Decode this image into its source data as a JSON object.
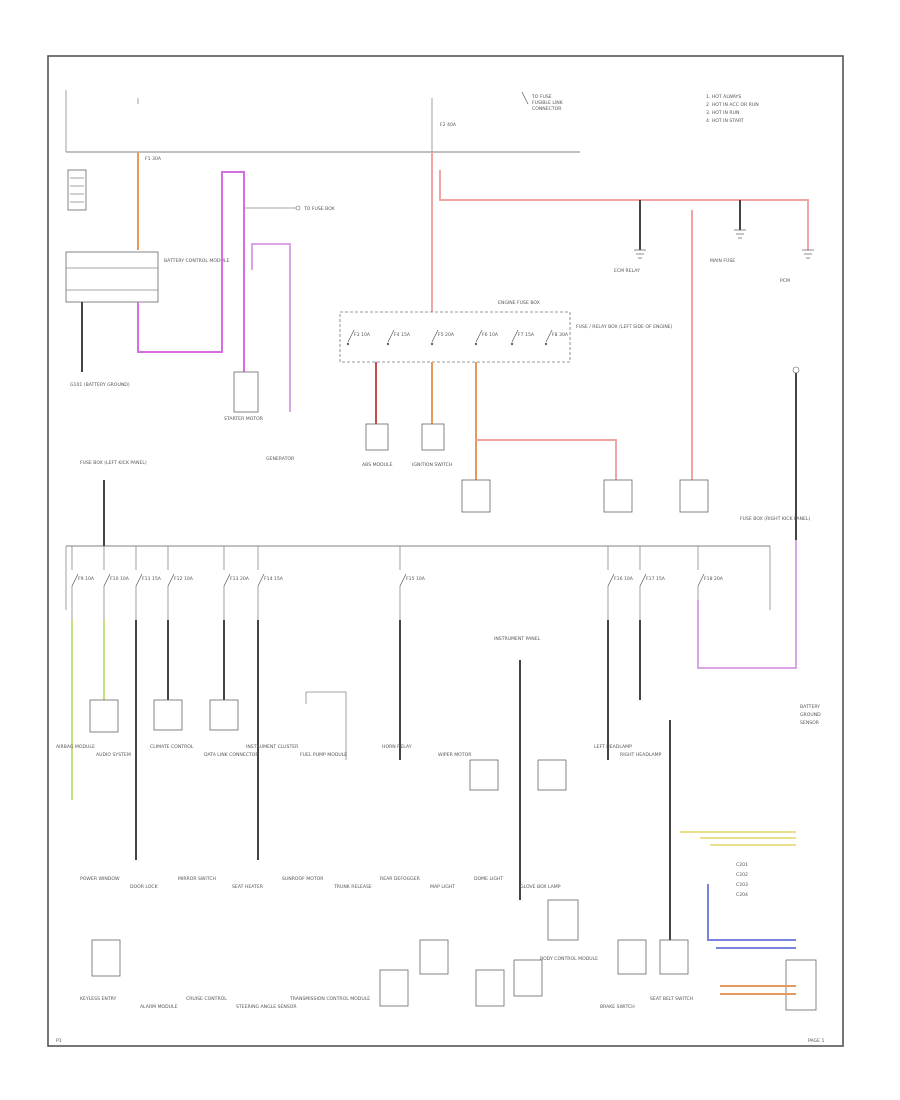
{
  "colors": {
    "red": "#f2a3a3",
    "dark_red": "#c84a4a",
    "orange": "#e49a5c",
    "pink": "#dba4e6",
    "magenta": "#d36fe0",
    "dark": "#444444",
    "green": "#c4e07a",
    "blue": "#7a84e0",
    "yellow": "#e8e08a",
    "gray": "#9a9a9a"
  },
  "legend": {
    "left": [
      "TO FUSE",
      "FUSIBLE LINK",
      "CONNECTOR"
    ],
    "right": [
      "1. HOT ALWAYS",
      "2. HOT IN ACC OR RUN",
      "3. HOT IN RUN",
      "4. HOT IN START"
    ]
  },
  "labels": {
    "battery_box": "BATTERY CONTROL MODULE",
    "battery_ground": "G101 (BATTERY GROUND)",
    "to_fuse_box": "TO FUSE BOX",
    "eng_fuse_box": "ENGINE FUSE BOX",
    "fuse_block_label": "FUSE / RELAY BOX (LEFT SIDE OF ENGINE)",
    "starter_motor": "STARTER MOTOR",
    "generator": "GENERATOR",
    "ecm_relay": "ECM RELAY",
    "main_fuse": "MAIN FUSE",
    "pcm": "PCM",
    "abs": "ABS MODULE",
    "ignition_sw": "IGNITION SWITCH",
    "left_bus_label": "FUSE BOX (LEFT KICK PANEL)",
    "right_bus_label": "FUSE BOX (RIGHT KICK PANEL)",
    "panel_dash": "INSTRUMENT PANEL",
    "center_mod": "BODY CONTROL MODULE",
    "footer_left": "P1",
    "footer_right": "PAGE 1"
  },
  "fuses": {
    "top_left": "F1 30A",
    "top_mid": "F2 40A",
    "block": [
      "F3 10A",
      "F4 15A",
      "F5 20A",
      "F6 10A",
      "F7 15A",
      "F8 30A"
    ],
    "bus": [
      "F9 10A",
      "F10 10A",
      "F11 15A",
      "F12 10A",
      "F13 20A",
      "F14 15A",
      "F15 10A",
      "F16 10A",
      "F17 15A",
      "F18 20A"
    ]
  },
  "components": {
    "row1": [
      "AIRBAG MODULE",
      "AUDIO SYSTEM",
      "CLIMATE CONTROL",
      "DATA LINK CONNECTOR",
      "INSTRUMENT CLUSTER",
      "FUEL PUMP MODULE",
      "HORN RELAY",
      "WIPER MOTOR",
      "LEFT HEADLAMP",
      "RIGHT HEADLAMP"
    ],
    "row2": [
      "POWER WINDOW",
      "DOOR LOCK",
      "MIRROR SWITCH",
      "SEAT HEATER",
      "SUNROOF MOTOR",
      "TRUNK RELEASE",
      "REAR DEFOGGER",
      "MAP LIGHT",
      "DOME LIGHT",
      "GLOVE BOX LAMP"
    ],
    "row3": [
      "KEYLESS ENTRY",
      "ALARM MODULE",
      "CRUISE CONTROL",
      "STEERING ANGLE SENSOR",
      "TRANSMISSION CONTROL MODULE",
      "BRAKE SWITCH",
      "SEAT BELT SWITCH"
    ]
  },
  "side_labels": {
    "right_top": [
      "BATTERY",
      "GROUND",
      "SENSOR"
    ],
    "right_conn": [
      "C201",
      "C202",
      "C203",
      "C204"
    ]
  }
}
